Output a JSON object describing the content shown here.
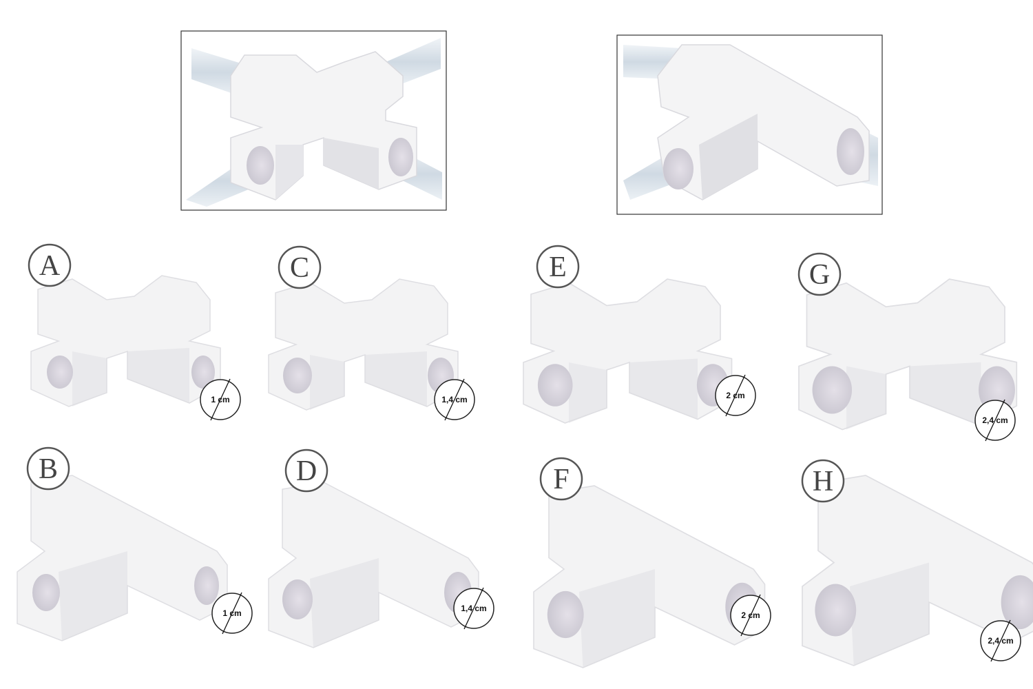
{
  "colors": {
    "fitting": "#f3f3f4",
    "fitting_shadow": "#dedee2",
    "fitting_dark": "#c9c9cf",
    "tube": "#d3dde6",
    "badge_ring": "#222222",
    "letter_ring": "#555555"
  },
  "insets": [
    {
      "name": "cross-fitting-with-tubes",
      "shape": "cross"
    },
    {
      "name": "tee-fitting-with-tubes",
      "shape": "tee"
    }
  ],
  "fittings": [
    {
      "letter": "A",
      "shape": "cross",
      "size_label": "1 cm"
    },
    {
      "letter": "B",
      "shape": "tee",
      "size_label": "1 cm"
    },
    {
      "letter": "C",
      "shape": "cross",
      "size_label": "1,4 cm"
    },
    {
      "letter": "D",
      "shape": "tee",
      "size_label": "1,4 cm"
    },
    {
      "letter": "E",
      "shape": "cross",
      "size_label": "2 cm"
    },
    {
      "letter": "F",
      "shape": "tee",
      "size_label": "2 cm"
    },
    {
      "letter": "G",
      "shape": "cross",
      "size_label": "2,4 cm"
    },
    {
      "letter": "H",
      "shape": "tee",
      "size_label": "2,4 cm"
    }
  ]
}
